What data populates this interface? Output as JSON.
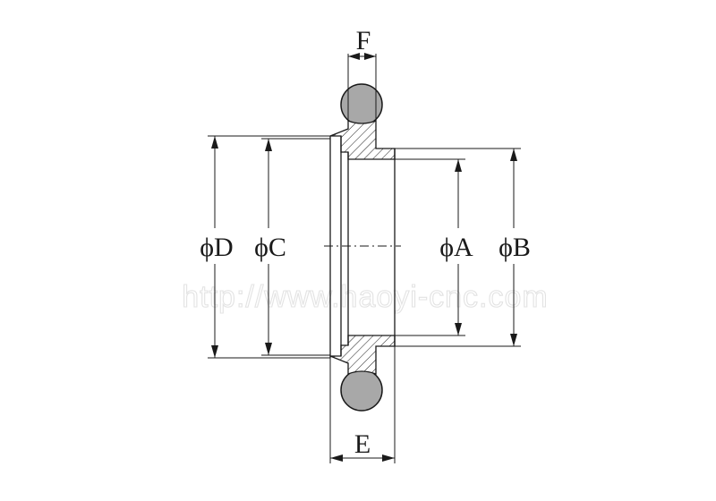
{
  "labels": {
    "F": "F",
    "E": "E",
    "D": "ϕD",
    "C": "ϕC",
    "A": "ϕA",
    "B": "ϕB"
  },
  "watermark": "http://www.haoyi-cnc.com",
  "colors": {
    "line": "#1a1a1a",
    "oring_fill": "#a8a8a8",
    "watermark": "#e3e3e3",
    "background": "#ffffff"
  }
}
